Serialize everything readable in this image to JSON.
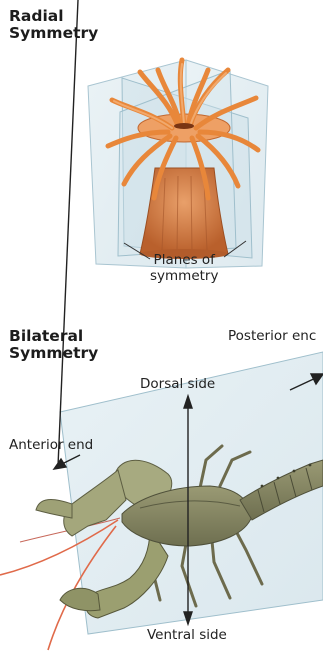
{
  "radial": {
    "title_line1": "Radial",
    "title_line2": "Symmetry",
    "planes_line1": "Planes of",
    "planes_line2": "symmetry"
  },
  "bilateral": {
    "title_line1": "Bilateral",
    "title_line2": "Symmetry",
    "posterior": "Posterior enc",
    "dorsal": "Dorsal side",
    "anterior": "Anterior end",
    "ventral": "Ventral side"
  },
  "colors": {
    "plane_fill": "#cfe1ea",
    "plane_edge": "#9fbfcc",
    "anemone_orange": "#e8873a",
    "crayfish_body": "#8a8a66",
    "antenna": "#e06a4a"
  }
}
